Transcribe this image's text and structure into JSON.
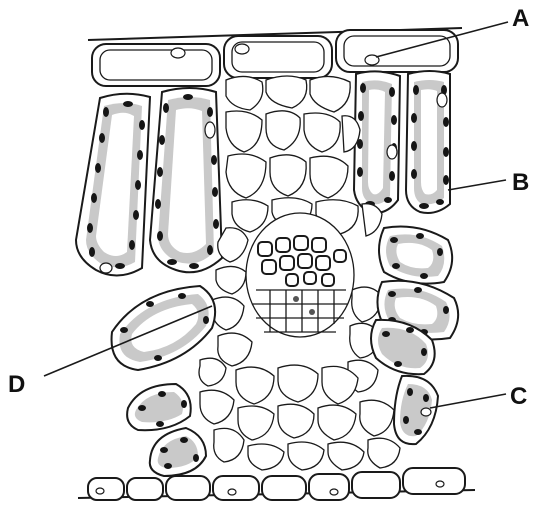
{
  "labels": {
    "a": "A",
    "b": "B",
    "c": "C",
    "d": "D"
  },
  "colors": {
    "cell_wall": "#1a1a1a",
    "cytoplasm": "#c9c9c9",
    "chloroplast": "#151515",
    "background": "#ffffff"
  }
}
